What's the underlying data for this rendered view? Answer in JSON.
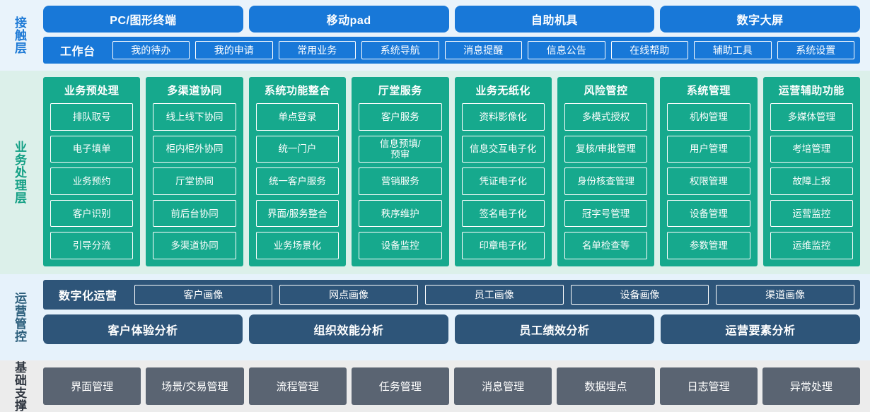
{
  "layers": [
    {
      "label": "接触层",
      "channels": [
        "PC/图形终端",
        "移动pad",
        "自助机具",
        "数字大屏"
      ],
      "workbench_title": "工作台",
      "workbench_items": [
        "我的待办",
        "我的申请",
        "常用业务",
        "系统导航",
        "消息提醒",
        "信息公告",
        "在线帮助",
        "辅助工具",
        "系统设置"
      ]
    },
    {
      "label": "业务处理层",
      "columns": [
        {
          "title": "业务预处理",
          "items": [
            "排队取号",
            "电子填单",
            "业务预约",
            "客户识别",
            "引导分流"
          ]
        },
        {
          "title": "多渠道协同",
          "items": [
            "线上线下协同",
            "柜内柜外协同",
            "厅堂协同",
            "前后台协同",
            "多渠道协同"
          ]
        },
        {
          "title": "系统功能整合",
          "items": [
            "单点登录",
            "统一门户",
            "统一客户服务",
            "界面/服务整合",
            "业务场景化"
          ]
        },
        {
          "title": "厅堂服务",
          "items": [
            "客户服务",
            "信息预填/\n预审",
            "营销服务",
            "秩序维护",
            "设备监控"
          ]
        },
        {
          "title": "业务无纸化",
          "items": [
            "资料影像化",
            "信息交互电子化",
            "凭证电子化",
            "签名电子化",
            "印章电子化"
          ]
        },
        {
          "title": "风险管控",
          "items": [
            "多模式授权",
            "复核/审批管理",
            "身份核查管理",
            "冠字号管理",
            "名单检查等"
          ]
        },
        {
          "title": "系统管理",
          "items": [
            "机构管理",
            "用户管理",
            "权限管理",
            "设备管理",
            "参数管理"
          ]
        },
        {
          "title": "运营辅助功能",
          "items": [
            "多媒体管理",
            "考培管理",
            "故障上报",
            "运营监控",
            "运维监控"
          ]
        }
      ]
    },
    {
      "label": "运营管控",
      "digital_title": "数字化运营",
      "portraits": [
        "客户画像",
        "网点画像",
        "员工画像",
        "设备画像",
        "渠道画像"
      ],
      "analyses": [
        "客户体验分析",
        "组织效能分析",
        "员工绩效分析",
        "运营要素分析"
      ]
    },
    {
      "label": "基础支撑",
      "items": [
        "界面管理",
        "场景/交易管理",
        "流程管理",
        "任务管理",
        "消息管理",
        "数据埋点",
        "日志管理",
        "异常处理"
      ]
    }
  ],
  "colors": {
    "touch_bg": "#e9f3fb",
    "touch_accent": "#1878d8",
    "business_bg": "#dcf0ea",
    "business_accent": "#16a98d",
    "ops_bg": "#e6f2fb",
    "ops_accent": "#2e5579",
    "base_bg": "#ececec",
    "base_accent": "#5a6472"
  }
}
